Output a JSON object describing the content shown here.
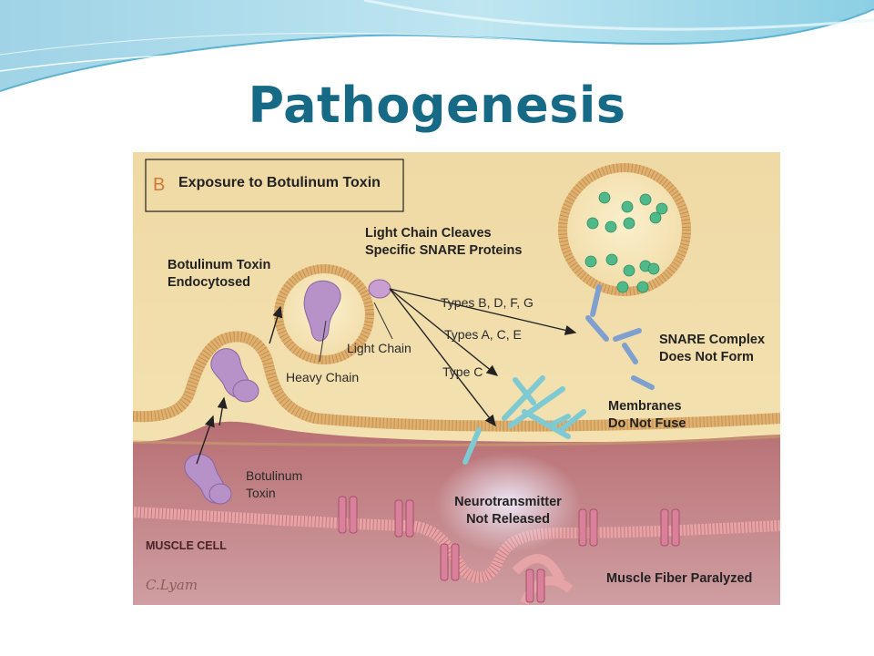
{
  "slide": {
    "title": "Pathogenesis"
  },
  "figure": {
    "panel_letter": "B",
    "panel_title": "Exposure to Botulinum Toxin",
    "labels": {
      "endocytosed_1": "Botulinum Toxin",
      "endocytosed_2": "Endocytosed",
      "cleaves_1": "Light Chain Cleaves",
      "cleaves_2": "Specific SNARE Proteins",
      "light_chain": "Light Chain",
      "heavy_chain": "Heavy Chain",
      "types_bdfg": "Types B, D, F, G",
      "types_ace": "Types A, C, E",
      "type_c": "Type C",
      "snare_1": "SNARE Complex",
      "snare_2": "Does Not Form",
      "membranes_1": "Membranes",
      "membranes_2": "Do Not Fuse",
      "toxin_1": "Botulinum",
      "toxin_2": "Toxin",
      "neuro_1": "Neurotransmitter",
      "neuro_2": "Not Released",
      "muscle_cell": "MUSCLE CELL",
      "paralyzed": "Muscle Fiber Paralyzed",
      "signature": "C.Lyam"
    },
    "colors": {
      "nerve_terminal": "#f1dca2",
      "muscle": "#c47f82",
      "toxin": "#b792c8",
      "vesicle_dot": "#4fb98a",
      "snare_blue": "#7fa0cf",
      "snare_cyan": "#7fcad2",
      "receptor": "#d9809a"
    }
  }
}
